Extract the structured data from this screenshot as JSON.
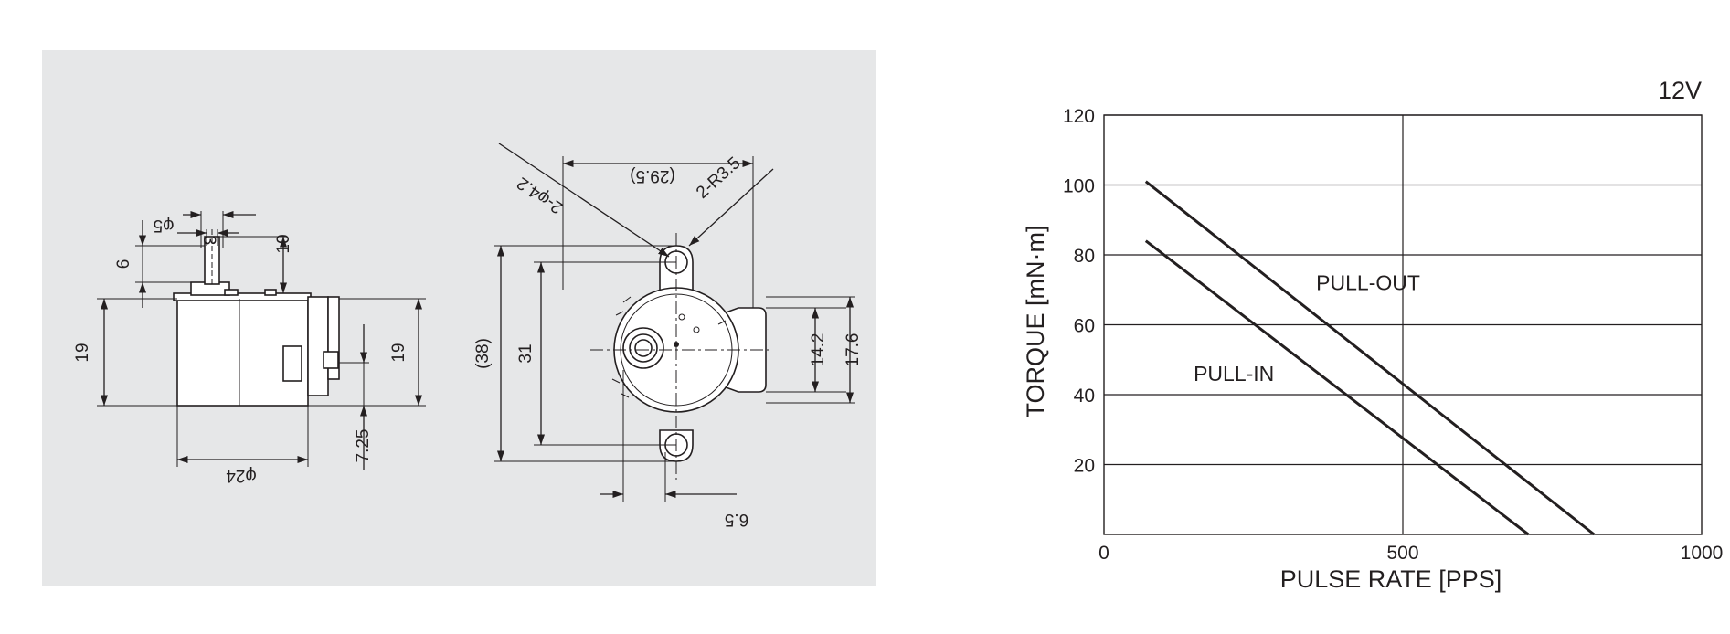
{
  "drawing": {
    "side_view": {
      "d_phi5": "φ5",
      "d_3": "3",
      "d_10": "10",
      "d_6": "6",
      "d_19_left": "19",
      "d_19_right": "19",
      "d_7_25": "7.25",
      "d_phi24": "φ24"
    },
    "front_view": {
      "d_29_5": "(29.5)",
      "d_2_phi4_2": "2-φ4.2",
      "d_2_R3_5": "2-R3.5",
      "d_38": "(38)",
      "d_31": "31",
      "d_14_2": "14.2",
      "d_17_6": "17.6",
      "d_6_5": "6.5"
    }
  },
  "chart_data": {
    "type": "line",
    "title": "12V",
    "xlabel": "PULSE RATE [PPS]",
    "ylabel": "TORQUE [mN·m]",
    "xlim": [
      0,
      1000
    ],
    "ylim": [
      0,
      120
    ],
    "xticks": [
      0,
      500,
      1000
    ],
    "yticks": [
      20,
      40,
      60,
      80,
      100,
      120
    ],
    "grid": true,
    "series": [
      {
        "name": "PULL-OUT",
        "x": [
          70,
          820
        ],
        "y": [
          101,
          0
        ]
      },
      {
        "name": "PULL-IN",
        "x": [
          70,
          710
        ],
        "y": [
          84,
          0
        ]
      }
    ],
    "annotations": [
      {
        "text": "PULL-OUT",
        "x": 355,
        "y": 72
      },
      {
        "text": "PULL-IN",
        "x": 150,
        "y": 46
      }
    ],
    "colors": {
      "line": "#231f20",
      "grid": "#231f20",
      "background": "#ffffff"
    }
  }
}
